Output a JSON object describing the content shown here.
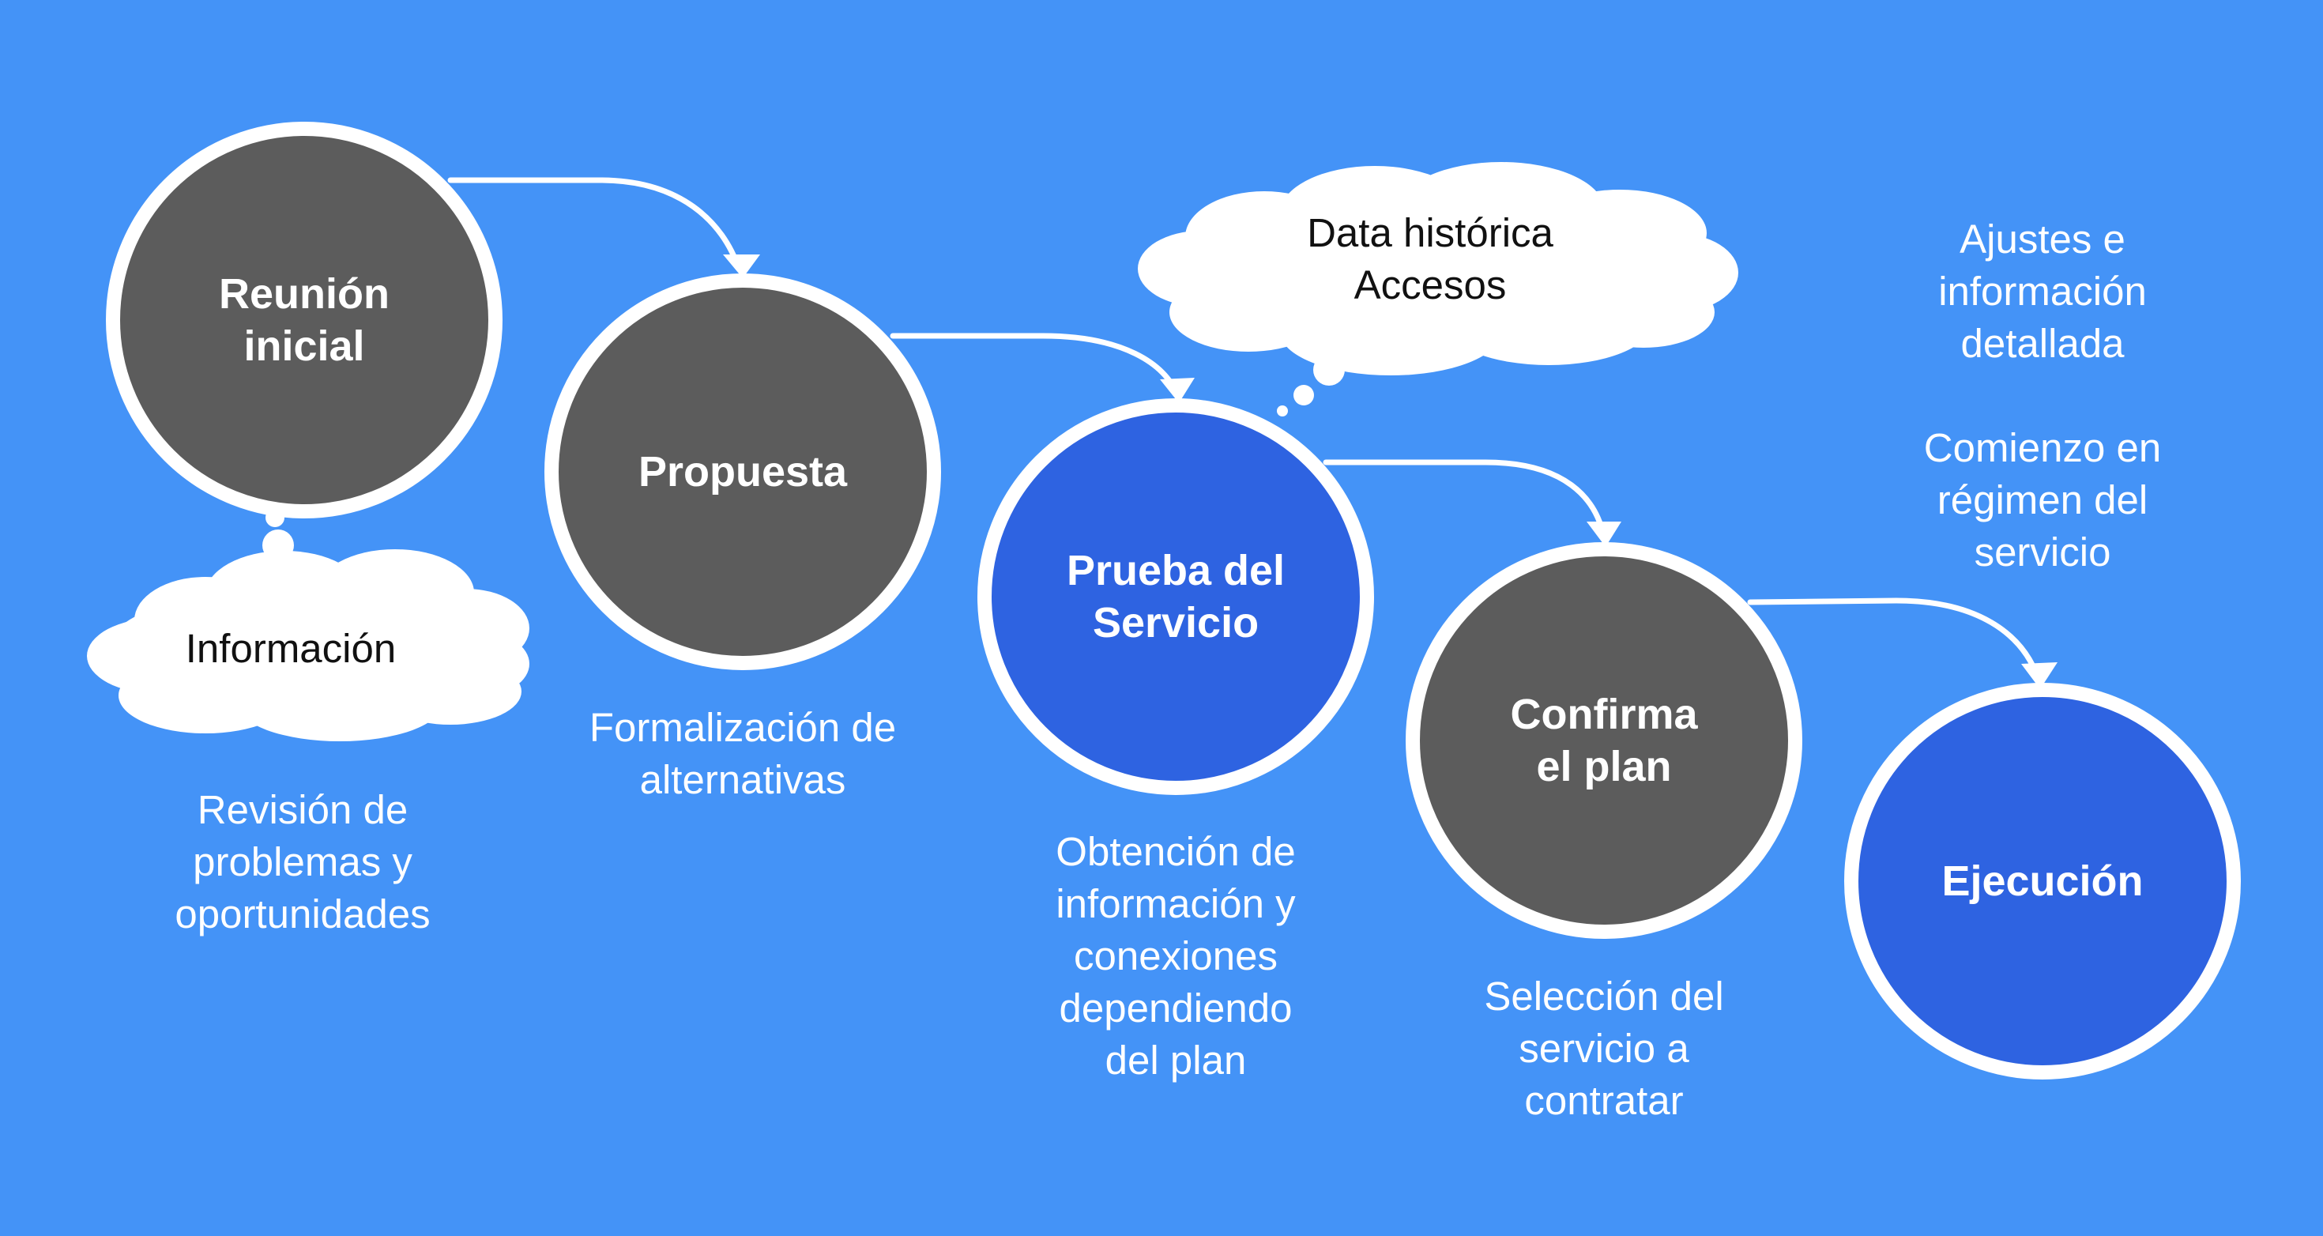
{
  "colors": {
    "background": "#4493f7",
    "step_gray": "#5c5c5c",
    "step_blue": "#2e63e1",
    "ring": "#ffffff",
    "cloud": "#ffffff"
  },
  "steps": [
    {
      "label": "Reunión\ninicial",
      "color": "gray",
      "description": "Revisión de\nproblemas y\noportunidades"
    },
    {
      "label": "Propuesta",
      "color": "gray",
      "description": "Formalización de\nalternativas"
    },
    {
      "label": "Prueba del\nServicio",
      "color": "blue",
      "description": "Obtención de\ninformación y\nconexiones\ndependiendo\ndel plan"
    },
    {
      "label": "Confirma\nel plan",
      "color": "gray",
      "description": "Selección del\nservicio a\ncontratar"
    },
    {
      "label": "Ejecución",
      "color": "blue",
      "description": "Ajustes e\ninformación\ndetallada\n\nComienzo en\nrégimen del\nservicio"
    }
  ],
  "clouds": [
    {
      "text": "Información",
      "attached_to_step": 1
    },
    {
      "text": "Data histórica\nAccesos",
      "attached_to_step": 3
    }
  ]
}
